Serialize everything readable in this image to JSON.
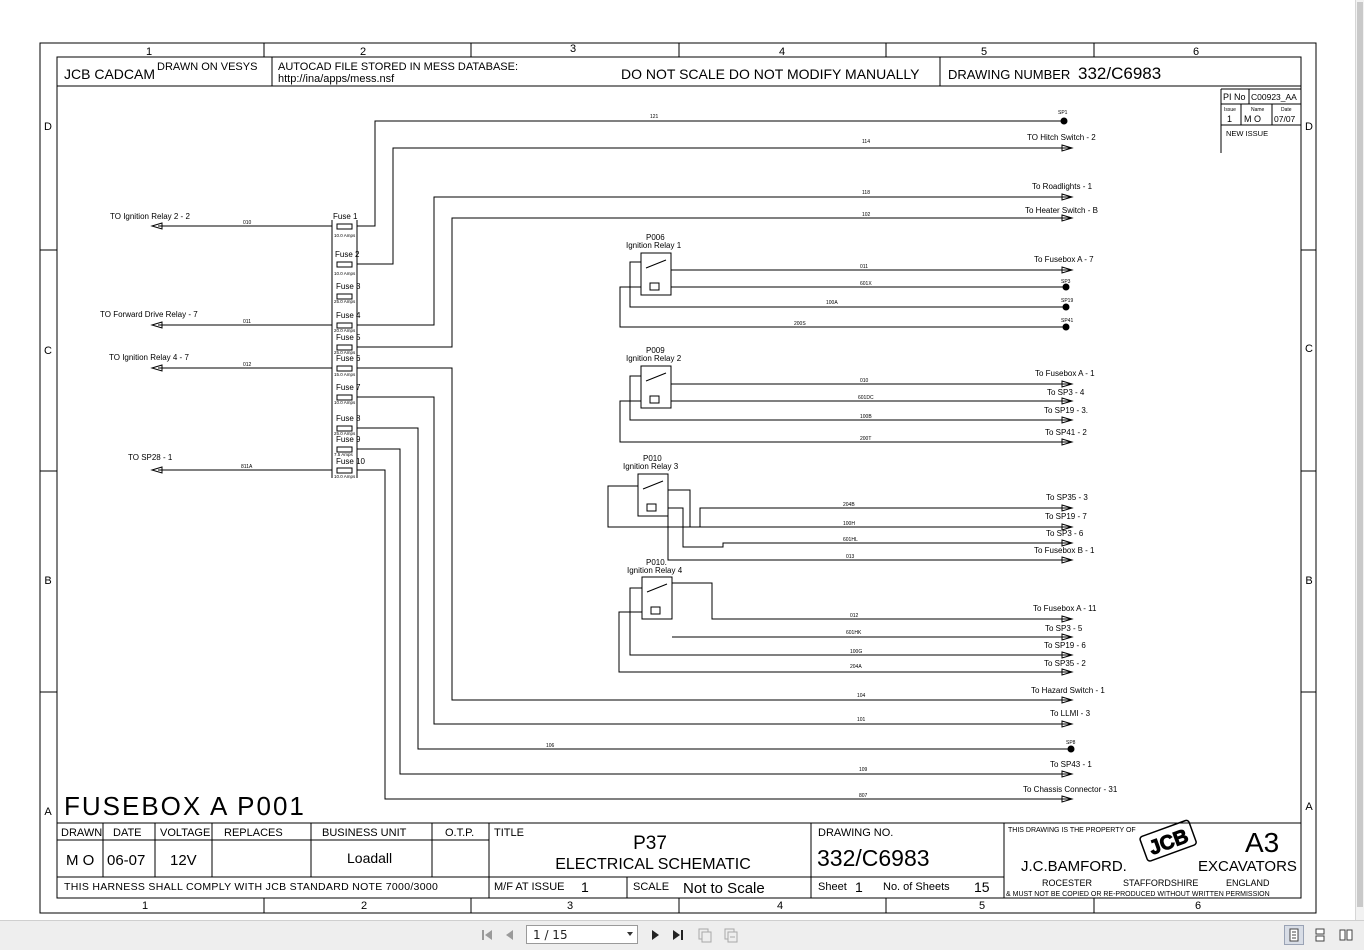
{
  "viewer": {
    "page_indicator": "1 / 15"
  },
  "sheet": {
    "columns": [
      "1",
      "2",
      "3",
      "4",
      "5",
      "6"
    ],
    "rows": [
      "D",
      "C",
      "B",
      "A"
    ],
    "header": {
      "company": "JCB CADCAM",
      "drawn_on": "DRAWN ON VESYS",
      "autocad_line1": "AUTOCAD FILE STORED IN MESS DATABASE:",
      "autocad_line2": "http://ina/apps/mess.nsf",
      "notice": "DO NOT SCALE DO NOT MODIFY MANUALLY",
      "drawing_number_label": "DRAWING NUMBER",
      "drawing_number": "332/C6983"
    },
    "revision": {
      "pi_label": "PI No",
      "pi_value": "C00923_AA",
      "issue_label": "Issue",
      "name_label": "Name",
      "date_label": "Date",
      "issue_value": "1",
      "name_value": "M O",
      "date_value": "07/07",
      "note": "NEW ISSUE"
    },
    "big_title": "FUSEBOX A P001",
    "title_block": {
      "drawn_label": "DRAWN",
      "date_label": "DATE",
      "voltage_label": "VOLTAGE",
      "replaces_label": "REPLACES",
      "business_unit_label": "BUSINESS UNIT",
      "otp_label": "O.T.P.",
      "title_label": "TITLE",
      "drawing_no_label": "DRAWING NO.",
      "drawn_value": "M O",
      "date_value": "06-07",
      "voltage_value": "12V",
      "business_unit_value": "Loadall",
      "title_line1": "P37",
      "title_line2": "ELECTRICAL SCHEMATIC",
      "drawing_no_value": "332/C6983",
      "harness_note": "THIS HARNESS SHALL COMPLY WITH JCB STANDARD NOTE 7000/3000",
      "mf_label": "M/F AT ISSUE",
      "mf_value": "1",
      "scale_label": "SCALE",
      "scale_value": "Not to Scale",
      "sheet_label": "Sheet",
      "sheet_value": "1",
      "no_sheets_label": "No. of Sheets",
      "no_sheets_value": "15",
      "property_note": "THIS DRAWING IS THE PROPERTY OF",
      "company_name": "J.C.BAMFORD.",
      "logo_text": "JCB",
      "paper_size": "A3",
      "division": "EXCAVATORS",
      "loc_1": "ROCESTER",
      "loc_2": "STAFFORDSHIRE",
      "loc_3": "ENGLAND",
      "copy_note": "& MUST NOT BE COPIED OR RE-PRODUCED WITHOUT WRITTEN PERMISSION"
    },
    "fuses": [
      {
        "label": "Fuse 1",
        "amps": "10.0 Amps"
      },
      {
        "label": "Fuse 2",
        "amps": "10.0 Amps"
      },
      {
        "label": "Fuse 3",
        "amps": "25.0 Amps"
      },
      {
        "label": "Fuse 4",
        "amps": "20.0 Amps"
      },
      {
        "label": "Fuse 5",
        "amps": "25.0 Amps"
      },
      {
        "label": "Fuse 6",
        "amps": "15.0 Amps"
      },
      {
        "label": "Fuse 7",
        "amps": "10.0 Amps"
      },
      {
        "label": "Fuse 8",
        "amps": "25.0 Amps"
      },
      {
        "label": "Fuse 9",
        "amps": "7.5 Amps"
      },
      {
        "label": "Fuse 10",
        "amps": "10.0 Amps"
      }
    ],
    "left_outputs": [
      {
        "label": "TO Ignition Relay 2 - 2",
        "wire": "010"
      },
      {
        "label": "TO Forward Drive Relay - 7",
        "wire": "011"
      },
      {
        "label": "TO Ignition Relay 4 - 7",
        "wire": "012"
      },
      {
        "label": "TO SP28 - 1",
        "wire": "811A"
      }
    ],
    "relays": [
      {
        "id": "P006",
        "name": "Ignition Relay 1"
      },
      {
        "id": "P009",
        "name": "Ignition Relay 2"
      },
      {
        "id": "P010",
        "name": "Ignition Relay 3"
      },
      {
        "id": "P010.",
        "name": "Ignition Relay 4"
      }
    ],
    "right_outputs": [
      {
        "label": "TO Hitch Switch - 2",
        "wire": "114"
      },
      {
        "label": "To Roadlights - 1",
        "wire": "118"
      },
      {
        "label": "To Heater Switch - B",
        "wire": "102"
      },
      {
        "label": "To Fusebox A - 7",
        "wire": "011"
      },
      {
        "label": "To Fusebox A - 1",
        "wire": "010"
      },
      {
        "label": "To SP3 - 4",
        "wire": "601DC"
      },
      {
        "label": "To SP19 - 3.",
        "wire": "100B"
      },
      {
        "label": "To SP41 - 2",
        "wire": "200T"
      },
      {
        "label": "To SP35 - 3",
        "wire": "204B"
      },
      {
        "label": "To SP19 - 7",
        "wire": "100H"
      },
      {
        "label": "To SP3 - 6",
        "wire": "601HL"
      },
      {
        "label": "To Fusebox B - 1",
        "wire": "013"
      },
      {
        "label": "To Fusebox A - 11",
        "wire": "012"
      },
      {
        "label": "To SP3 - 5",
        "wire": "601HK"
      },
      {
        "label": "To SP19 - 6",
        "wire": "100G"
      },
      {
        "label": "To SP35 - 2",
        "wire": "204A"
      },
      {
        "label": "To Hazard Switch - 1",
        "wire": "104"
      },
      {
        "label": "To LLMI - 3",
        "wire": "101"
      },
      {
        "label": "To SP43 - 1",
        "wire": "109"
      },
      {
        "label": "To Chassis Connector - 31",
        "wire": "807"
      }
    ],
    "splices": [
      {
        "label": "SP1",
        "wire": "121"
      },
      {
        "label": "SP3",
        "wire": "601X"
      },
      {
        "label": "SP19",
        "wire": "100A"
      },
      {
        "label": "SP41",
        "wire": "200S"
      },
      {
        "label": "SP8",
        "wire": "106"
      }
    ]
  }
}
